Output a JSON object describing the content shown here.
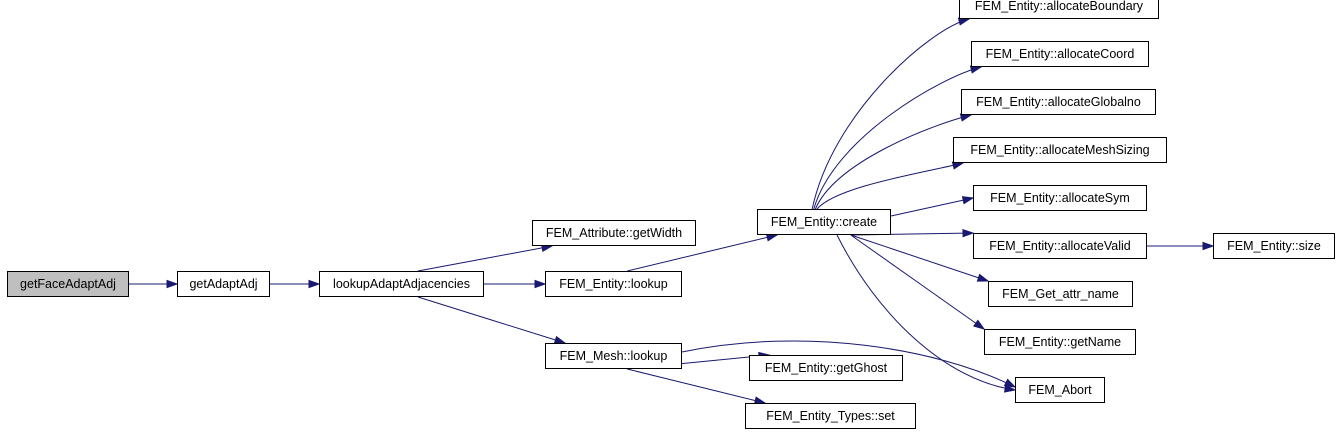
{
  "graph": {
    "type": "call-graph",
    "edge_color": "#191970",
    "root_fill": "#bfbfbf",
    "nodes": [
      {
        "id": "getFaceAdaptAdj",
        "label": "getFaceAdaptAdj",
        "root": true
      },
      {
        "id": "getAdaptAdj",
        "label": "getAdaptAdj"
      },
      {
        "id": "lookupAdaptAdjacencies",
        "label": "lookupAdaptAdjacencies"
      },
      {
        "id": "attrGetWidth",
        "label": "FEM_Attribute::getWidth"
      },
      {
        "id": "entityLookup",
        "label": "FEM_Entity::lookup"
      },
      {
        "id": "meshLookup",
        "label": "FEM_Mesh::lookup"
      },
      {
        "id": "entityCreate",
        "label": "FEM_Entity::create"
      },
      {
        "id": "allocBoundary",
        "label": "FEM_Entity::allocateBoundary"
      },
      {
        "id": "allocCoord",
        "label": "FEM_Entity::allocateCoord"
      },
      {
        "id": "allocGlobalno",
        "label": "FEM_Entity::allocateGlobalno"
      },
      {
        "id": "allocMeshSizing",
        "label": "FEM_Entity::allocateMeshSizing"
      },
      {
        "id": "allocSym",
        "label": "FEM_Entity::allocateSym"
      },
      {
        "id": "allocValid",
        "label": "FEM_Entity::allocateValid"
      },
      {
        "id": "entitySize",
        "label": "FEM_Entity::size"
      },
      {
        "id": "getAttrName",
        "label": "FEM_Get_attr_name"
      },
      {
        "id": "getName",
        "label": "FEM_Entity::getName"
      },
      {
        "id": "abort",
        "label": "FEM_Abort"
      },
      {
        "id": "getGhost",
        "label": "FEM_Entity::getGhost"
      },
      {
        "id": "typesSet",
        "label": "FEM_Entity_Types::set"
      }
    ],
    "edges": [
      {
        "from": "getFaceAdaptAdj",
        "to": "getAdaptAdj"
      },
      {
        "from": "getAdaptAdj",
        "to": "lookupAdaptAdjacencies"
      },
      {
        "from": "lookupAdaptAdjacencies",
        "to": "attrGetWidth"
      },
      {
        "from": "lookupAdaptAdjacencies",
        "to": "entityLookup"
      },
      {
        "from": "lookupAdaptAdjacencies",
        "to": "meshLookup"
      },
      {
        "from": "entityLookup",
        "to": "entityCreate"
      },
      {
        "from": "entityCreate",
        "to": "allocBoundary"
      },
      {
        "from": "entityCreate",
        "to": "allocCoord"
      },
      {
        "from": "entityCreate",
        "to": "allocGlobalno"
      },
      {
        "from": "entityCreate",
        "to": "allocMeshSizing"
      },
      {
        "from": "entityCreate",
        "to": "allocSym"
      },
      {
        "from": "entityCreate",
        "to": "allocValid"
      },
      {
        "from": "entityCreate",
        "to": "getAttrName"
      },
      {
        "from": "entityCreate",
        "to": "getName"
      },
      {
        "from": "entityCreate",
        "to": "abort"
      },
      {
        "from": "allocValid",
        "to": "entitySize"
      },
      {
        "from": "meshLookup",
        "to": "abort"
      },
      {
        "from": "meshLookup",
        "to": "getGhost"
      },
      {
        "from": "meshLookup",
        "to": "typesSet"
      }
    ]
  }
}
